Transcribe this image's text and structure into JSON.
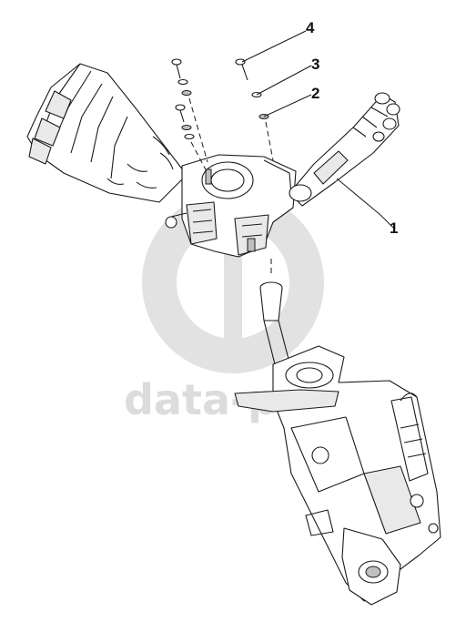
{
  "watermark": {
    "text": "data-parts"
  },
  "callouts": {
    "c1": "1",
    "c2": "2",
    "c3": "3",
    "c4": "4"
  }
}
